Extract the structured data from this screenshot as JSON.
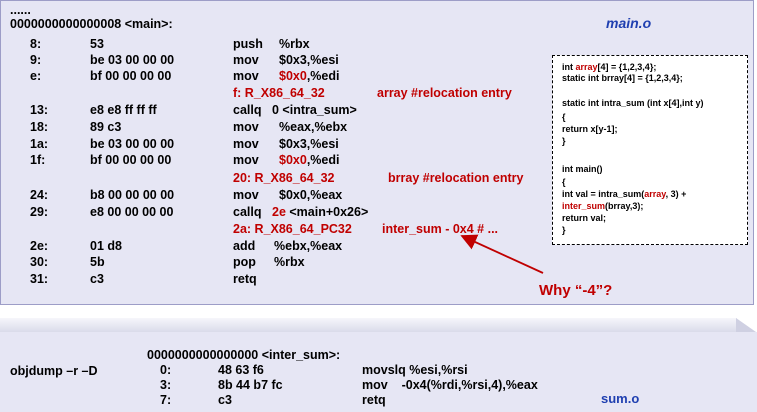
{
  "main_section": {
    "dots": "......",
    "header": "0000000000000008 <main>:",
    "file_label": "main.o",
    "rows": [
      {
        "addr": "8:",
        "bytes": "53",
        "op": "push",
        "operand": "%rbx"
      },
      {
        "addr": "9:",
        "bytes": "be 03 00 00 00",
        "op": "mov",
        "operand": "$0x3,%esi"
      },
      {
        "addr": "e:",
        "bytes": "bf 00 00 00 00",
        "op": "mov",
        "operand_red": "$0x0",
        "operand_rest": ",%edi"
      },
      {
        "reloc": "f: R_X86_64_32",
        "note": "array  #relocation entry"
      },
      {
        "addr": "13:",
        "bytes": "e8 e8 ff ff ff",
        "op": "callq",
        "operand": "0 <intra_sum>"
      },
      {
        "addr": "18:",
        "bytes": "89 c3",
        "op": "mov",
        "operand": "%eax,%ebx"
      },
      {
        "addr": "1a:",
        "bytes": "be 03 00 00 00",
        "op": "mov",
        "operand": "$0x3,%esi"
      },
      {
        "addr": "1f:",
        "bytes": "bf 00 00 00 00",
        "op": "mov",
        "operand_red": "$0x0",
        "operand_rest": ",%edi"
      },
      {
        "reloc": "20: R_X86_64_32",
        "note": "brray  #relocation entry"
      },
      {
        "addr": "24:",
        "bytes": "b8 00 00 00 00",
        "op": "mov",
        "operand": "$0x0,%eax"
      },
      {
        "addr": "29:",
        "bytes": "e8 00 00 00 00",
        "op": "callq",
        "operand_red": "2e",
        "operand_rest": " <main+0x26>"
      },
      {
        "reloc": "2a: R_X86_64_PC32",
        "note": "inter_sum - 0x4 # ..."
      },
      {
        "addr": "2e:",
        "bytes": "01 d8",
        "op": "add",
        "operand": "%ebx,%eax"
      },
      {
        "addr": "30:",
        "bytes": "5b",
        "op": "pop",
        "operand": "%rbx"
      },
      {
        "addr": "31:",
        "bytes": "c3",
        "op": "retq",
        "operand": ""
      }
    ]
  },
  "source_box": {
    "line1_a": "int ",
    "line1_red": "array",
    "line1_b": "[4] = {1,2,3,4};",
    "line2": "static int brray[4] = {1,2,3,4};",
    "line3": "static int intra_sum (int x[4],int y)",
    "line4": "{",
    "line5": "  return x[y-1];",
    "line6": "}",
    "line7": "int main()",
    "line8": "{",
    "line9_a": "  int val = intra_sum(",
    "line9_red": "array",
    "line9_b": ", 3) +",
    "line10_a": "      ",
    "line10_red": "inter_sum",
    "line10_b": "(brray,3);",
    "line11": "  return val;",
    "line12": "}"
  },
  "question": "Why “-4”?",
  "sum_section": {
    "command": "objdump –r –D",
    "header": "0000000000000000 <inter_sum>:",
    "file_label": "sum.o",
    "rows": [
      {
        "addr": "0:",
        "bytes": "48 63 f6",
        "asm": "movslq %esi,%rsi"
      },
      {
        "addr": "3:",
        "bytes": "8b 44 b7 fc",
        "asm": "mov    -0x4(%rdi,%rsi,4),%eax"
      },
      {
        "addr": "7:",
        "bytes": "c3",
        "asm": "retq"
      }
    ]
  },
  "colors": {
    "accent_red": "#c00000",
    "title_blue": "#1f3fb0",
    "panel": "#e6e6f4"
  }
}
